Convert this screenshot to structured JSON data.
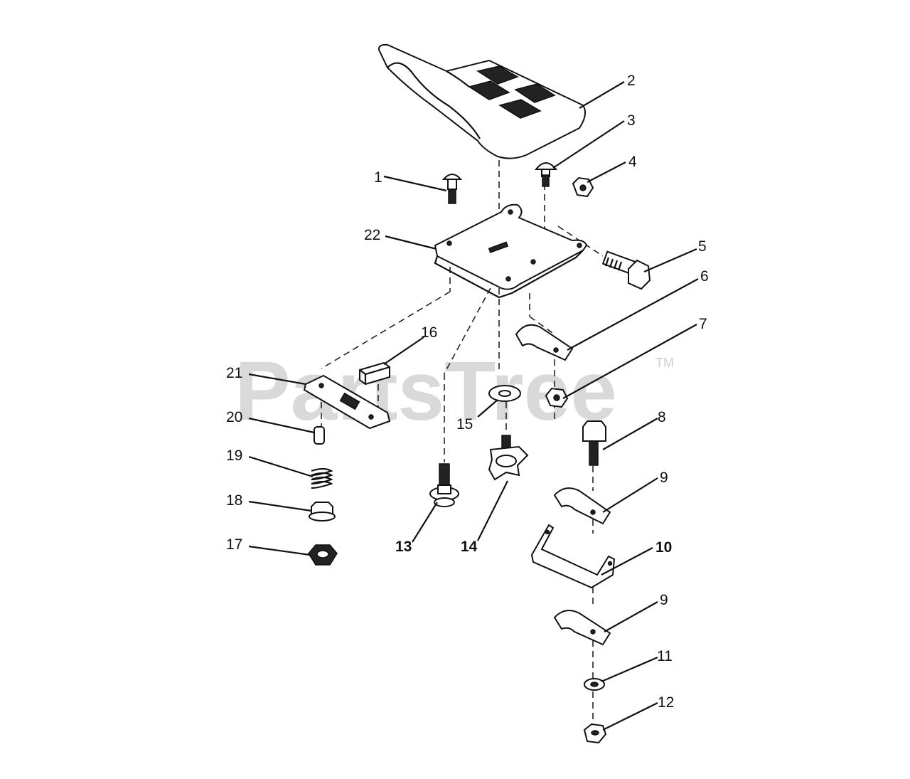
{
  "watermark": {
    "text": "PartsTree",
    "trademark": "TM"
  },
  "callouts": [
    {
      "id": "c1",
      "label": "1"
    },
    {
      "id": "c2",
      "label": "2"
    },
    {
      "id": "c3",
      "label": "3"
    },
    {
      "id": "c4",
      "label": "4"
    },
    {
      "id": "c5",
      "label": "5"
    },
    {
      "id": "c6",
      "label": "6"
    },
    {
      "id": "c7",
      "label": "7"
    },
    {
      "id": "c8",
      "label": "8"
    },
    {
      "id": "c9a",
      "label": "9"
    },
    {
      "id": "c10",
      "label": "10"
    },
    {
      "id": "c9b",
      "label": "9"
    },
    {
      "id": "c11",
      "label": "11"
    },
    {
      "id": "c12",
      "label": "12"
    },
    {
      "id": "c13",
      "label": "13"
    },
    {
      "id": "c14",
      "label": "14"
    },
    {
      "id": "c15",
      "label": "15"
    },
    {
      "id": "c16",
      "label": "16"
    },
    {
      "id": "c17",
      "label": "17"
    },
    {
      "id": "c18",
      "label": "18"
    },
    {
      "id": "c19",
      "label": "19"
    },
    {
      "id": "c20",
      "label": "20"
    },
    {
      "id": "c21",
      "label": "21"
    },
    {
      "id": "c22",
      "label": "22"
    }
  ]
}
